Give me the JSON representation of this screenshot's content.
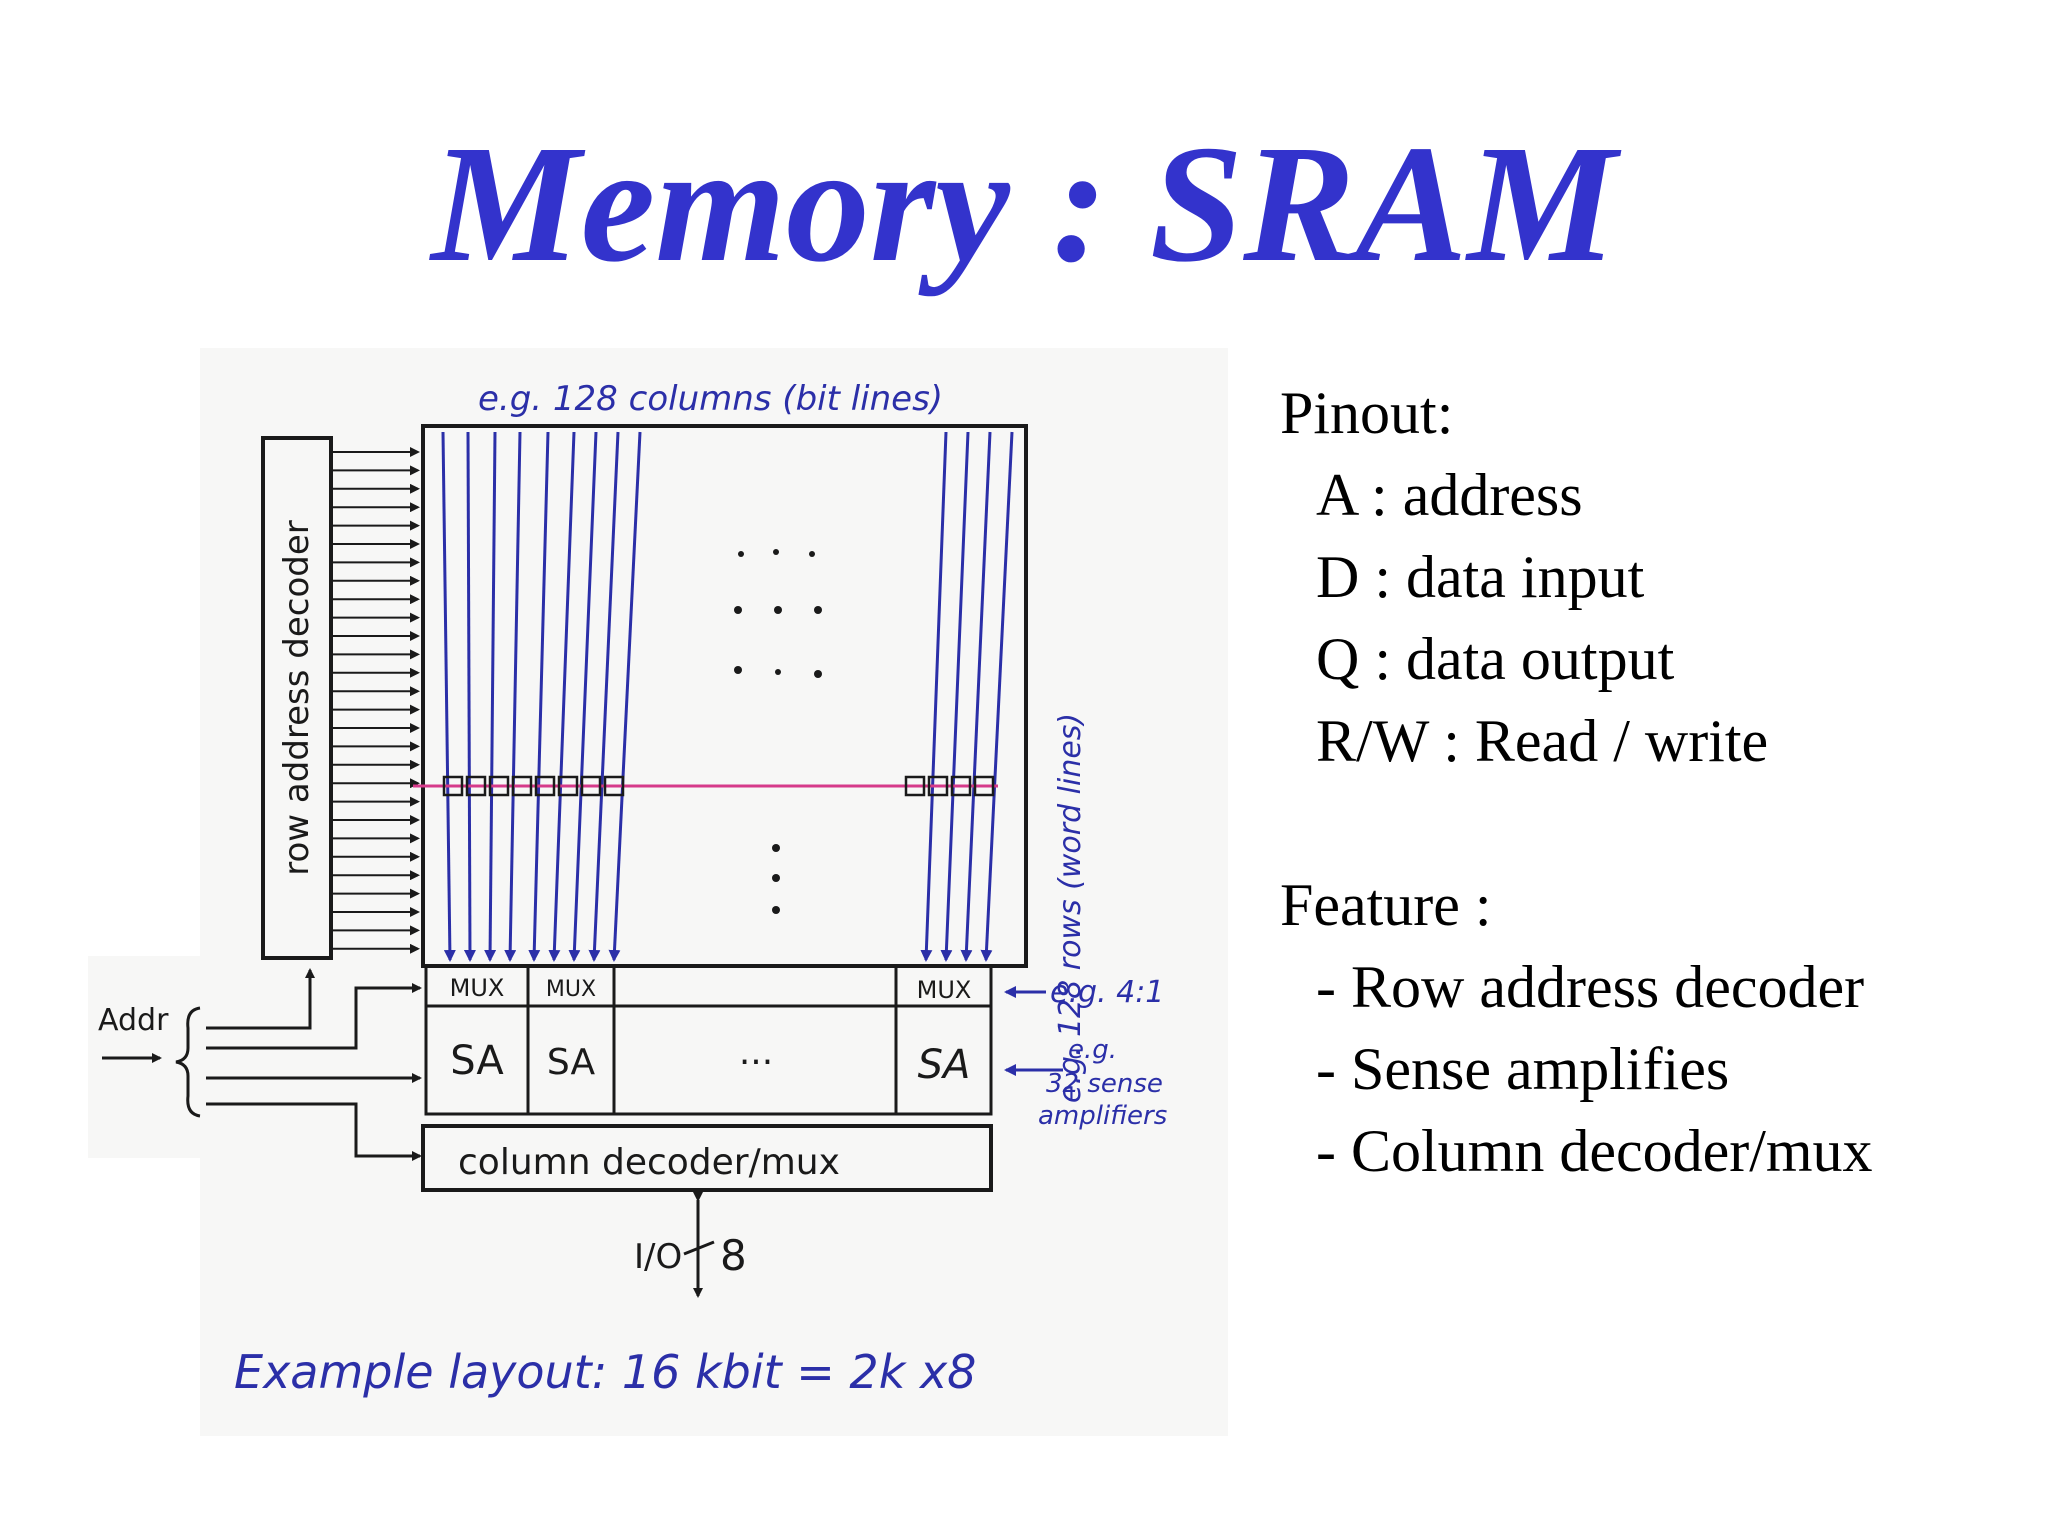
{
  "slide": {
    "title": "Memory : SRAM"
  },
  "diagram": {
    "columns_note": "e.g. 128 columns (bit lines)",
    "rows_note": "e.g. 128 rows (word lines)",
    "row_decoder_label": "row address decoder",
    "mux_labels": [
      "MUX",
      "MUX",
      "MUX"
    ],
    "mux_ratio_note": "e.g. 4:1",
    "sa_labels": [
      "SA",
      "SA",
      "SA"
    ],
    "sa_ellipsis": "...",
    "sense_amp_note": [
      "e.g.",
      "32 sense",
      "amplifiers"
    ],
    "column_decoder_label": "column decoder/mux",
    "addr_label": "Addr",
    "io_label": "I/O",
    "io_width": "8",
    "example_layout": "Example layout: 16 kbit = 2k x8",
    "colors": {
      "ink": "#1a1a1a",
      "blue": "#2b2fa8",
      "wordline": "#d63a8a"
    }
  },
  "pinout": {
    "heading": "Pinout:",
    "items": [
      "A : address",
      "D : data input",
      "Q : data output",
      "R/W : Read / write"
    ]
  },
  "features": {
    "heading": "Feature :",
    "items": [
      "- Row address decoder",
      "- Sense amplifies",
      "- Column decoder/mux"
    ]
  }
}
